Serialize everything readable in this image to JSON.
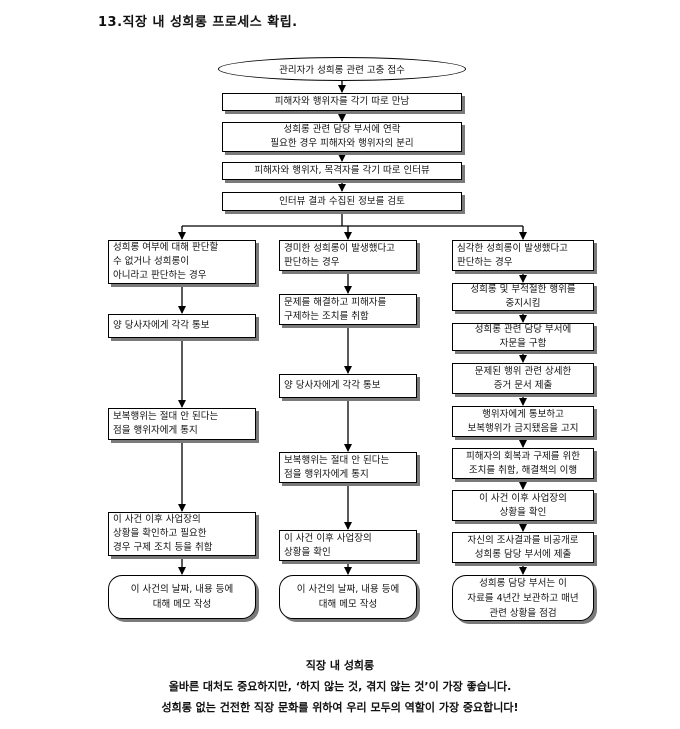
{
  "heading": "13.직장 내 성희롱 프로세스 확립.",
  "start": "관리자가 성희롱 관련 고충 접수",
  "top_steps": [
    [
      "피해자와 행위자를 각기 따로 만남"
    ],
    [
      "성희롱 관련 담당 부서에 연락",
      "필요한 경우 피해자와 행위자의 분리"
    ],
    [
      "피해자와 행위자, 목격자를 각기 따로 인터뷰"
    ],
    [
      "인터뷰 결과 수집된 정보를 검토"
    ]
  ],
  "col1": {
    "head": [
      "성희롱 여부에 대해 판단할",
      "수 없거나 성희롱이",
      "아니라고 판단하는 경우"
    ],
    "steps": [
      [
        "양 당사자에게 각각 통보"
      ],
      [
        "보복행위는 절대 안 된다는",
        "점을 행위자에게 통지"
      ],
      [
        "이 사건 이후 사업장의",
        "상황을 확인하고 필요한",
        "경우 구제 조치 등을 취함"
      ]
    ],
    "last": [
      "이 사건의 날짜, 내용 등에",
      "대해 메모 작성"
    ]
  },
  "col2": {
    "head": [
      "경미한 성희롱이 발생했다고",
      "판단하는 경우"
    ],
    "steps": [
      [
        "문제를 해결하고 피해자를",
        "구제하는 조치를 취함"
      ],
      [
        "양 당사자에게 각각 통보"
      ],
      [
        "보복행위는 절대 안 된다는",
        "점을 행위자에게 통지"
      ],
      [
        "이 사건 이후 사업장의",
        "상황을 확인"
      ]
    ],
    "last": [
      "이 사건의 날짜, 내용 등에",
      "대해 메모 작성"
    ]
  },
  "col3": {
    "head": [
      "심각한 성희롱이 발생했다고",
      "판단하는 경우"
    ],
    "steps": [
      [
        "성희롱 및 부적절한 행위를",
        "중지시킴"
      ],
      [
        "성희롱 관련 담당 부서에",
        "자문을 구함"
      ],
      [
        "문제된 행위 관련 상세한",
        "증거 문서 제출"
      ],
      [
        "행위자에게 통보하고",
        "보복행위가 금지됐음을 고지"
      ],
      [
        "피해자의 회복과 구제를 위한",
        "조치를 취함, 해결책의 이행"
      ],
      [
        "이 사건 이후 사업장의",
        "상황을 확인"
      ],
      [
        "자신의 조사결과를 비공개로",
        "성희롱 담당 부서에 제출"
      ]
    ],
    "last": [
      "성희롱 담당 부서는 이",
      "자료를 4년간 보관하고 매년",
      "관련 상황을 점검"
    ]
  },
  "footer": [
    "직장 내 성희롱",
    "올바른 대처도 중요하지만, ‘하지 않는 것, 겪지 않는 것’이 가장 좋습니다.",
    "성희롱 없는 건전한 직장 문화를 위하여 우리 모두의 역할이 가장 중요합니다!"
  ]
}
